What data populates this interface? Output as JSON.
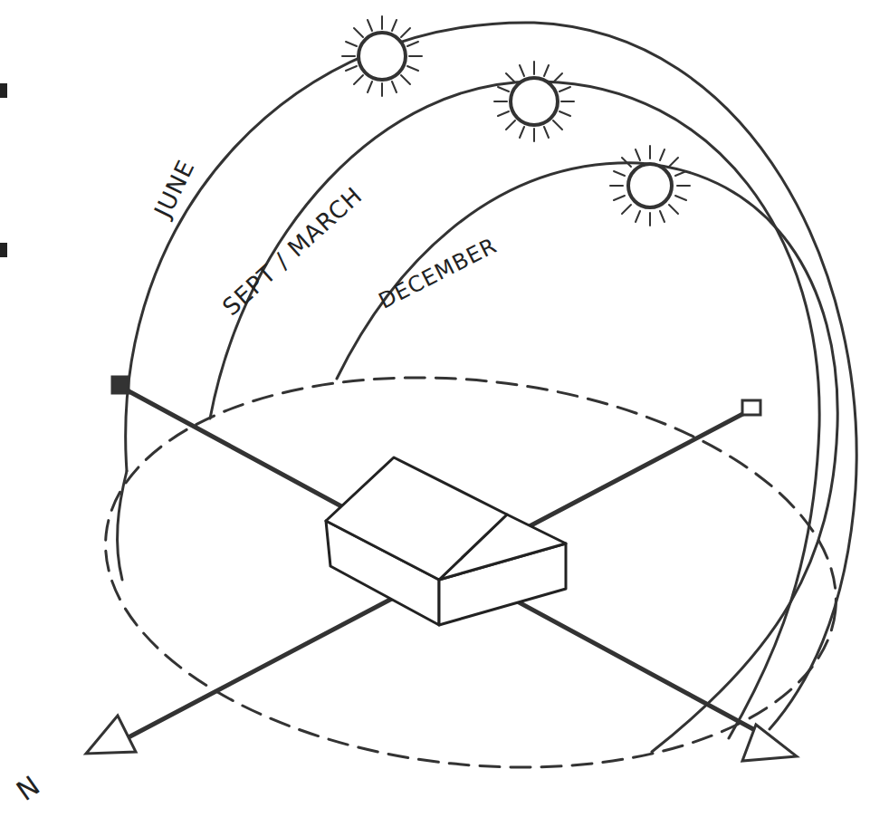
{
  "diagram": {
    "labels": [
      "JUNE",
      "SEPT / MARCH",
      "DECEMBER",
      "N"
    ]
  }
}
